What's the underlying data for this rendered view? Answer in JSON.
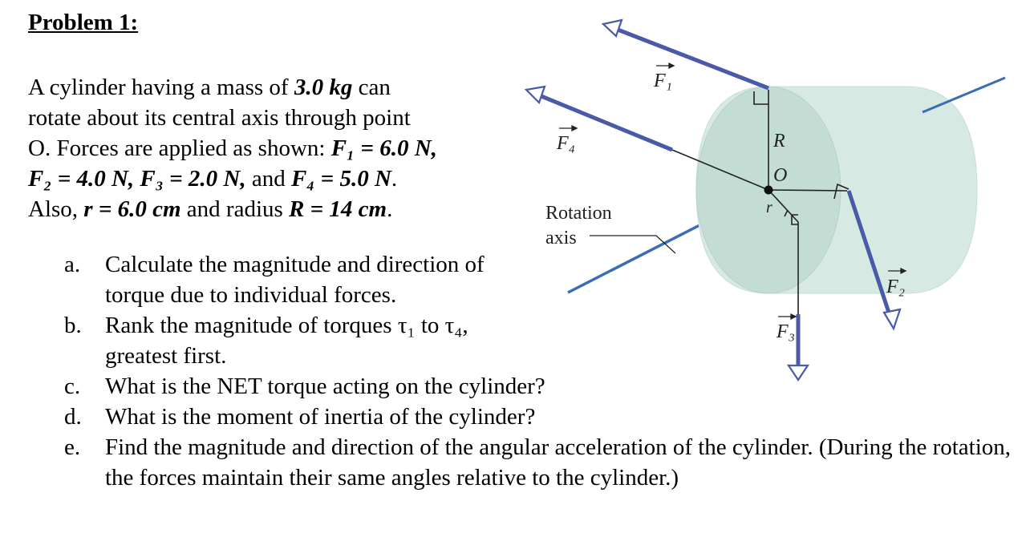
{
  "title": "Problem 1:",
  "intro": {
    "line1_prefix": "A cylinder having a mass of ",
    "mass": "3.0 kg",
    "line1_suffix": " can",
    "line2": "rotate about its central axis through point",
    "line3_prefix": "O. Forces are applied as shown: ",
    "f1": "F₁ = 6.0 N,",
    "f2": "F₂ = 4.0 N,",
    "f3": "F₃ = 2.0 N,",
    "and": " and ",
    "f4": "F₄ = 5.0 N",
    "line4_end": ".",
    "also": "Also, ",
    "r": "r = 6.0 cm",
    "and_radius": " and radius ",
    "R": "R = 14 cm",
    "end": "."
  },
  "questions": [
    {
      "label": "a.",
      "text": "Calculate the magnitude and direction of torque due to individual forces."
    },
    {
      "label": "b.",
      "text": "Rank the magnitude of torques τ₁ to τ₄, greatest first."
    },
    {
      "label": "c.",
      "text": "What is the NET torque acting on the cylinder?"
    },
    {
      "label": "d.",
      "text": "What is the moment of inertia of the cylinder?"
    },
    {
      "label": "e.",
      "text": "Find the magnitude and direction of the angular acceleration of the cylinder. (During the rotation, the forces maintain their same angles relative to the cylinder.)"
    }
  ],
  "figure": {
    "labels": {
      "F1": "F₁",
      "F2": "F₂",
      "F3": "F₃",
      "F4": "F₄",
      "R": "R",
      "O": "O",
      "r": "r",
      "rotation": "Rotation",
      "axis": "axis"
    },
    "colors": {
      "force_arrow": "#4a5aa8",
      "axis_line": "#3a6db5",
      "cylinder_fill": "#d6e9e3",
      "cylinder_face": "#c3ddd5"
    }
  }
}
